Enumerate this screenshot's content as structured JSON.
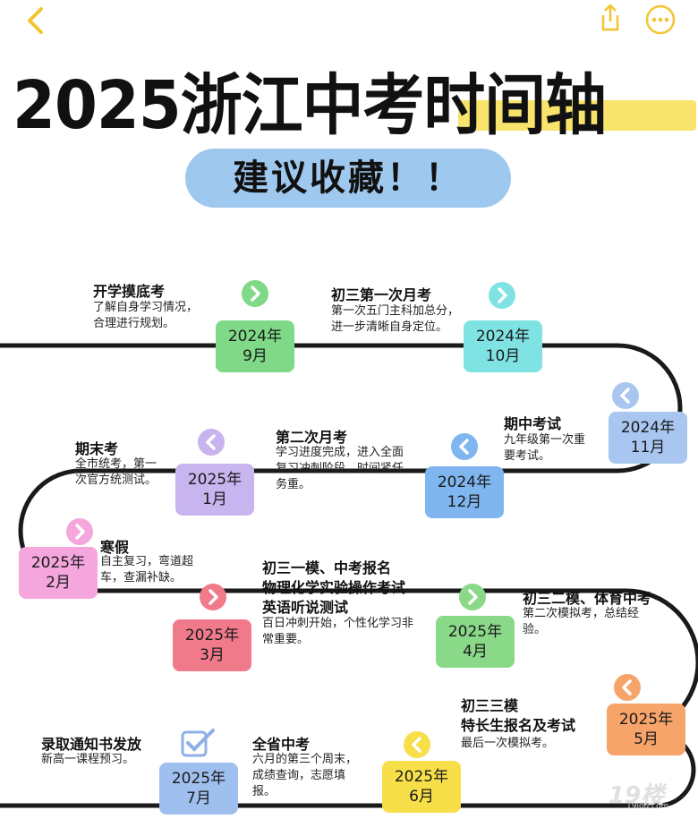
{
  "header": {
    "back_icon": "chevron-left-icon",
    "share_icon": "share-icon",
    "more_icon": "more-dots-icon",
    "accent": "#f4c430"
  },
  "title": "2025浙江中考时间轴",
  "subtitle": "建议收藏！！",
  "colors": {
    "title_highlight": "#f8e36c",
    "pill": "#9fc8ef",
    "path": "#1a1a1a"
  },
  "events": [
    {
      "date1": "2024年",
      "date2": "9月",
      "title": "开学摸底考",
      "desc": [
        "了解自身学习情况，",
        "合理进行规划。"
      ],
      "color": "#7fd987",
      "icon": "chevron-right-icon"
    },
    {
      "date1": "2024年",
      "date2": "10月",
      "title": "初三第一次月考",
      "desc": [
        "第一次五门主科加总分，",
        "进一步清晰自身定位。"
      ],
      "color": "#7fe3e3",
      "icon": "chevron-right-icon"
    },
    {
      "date1": "2024年",
      "date2": "11月",
      "title": "期中考试",
      "desc": [
        "九年级第一次重",
        "要考试。"
      ],
      "color": "#a9c6f0",
      "icon": "chevron-left-icon"
    },
    {
      "date1": "2024年",
      "date2": "12月",
      "title": "第二次月考",
      "desc": [
        "学习进度完成，进入全面",
        "复习冲刺阶段，时间紧任",
        "务重。"
      ],
      "color": "#7fb6ef",
      "icon": "chevron-left-icon"
    },
    {
      "date1": "2025年",
      "date2": "1月",
      "title": "期末考",
      "desc": [
        "全市统考，第一",
        "次官方统测试。"
      ],
      "color": "#c8b4ee",
      "icon": "chevron-left-icon"
    },
    {
      "date1": "2025年",
      "date2": "2月",
      "title": "寒假",
      "desc": [
        "自主复习，弯道超",
        "车，查漏补缺。"
      ],
      "color": "#f4a6dd",
      "icon": "chevron-right-icon"
    },
    {
      "date1": "2025年",
      "date2": "3月",
      "title": [
        "初三一模、中考报名",
        "物理化学实验操作考试",
        "英语听说测试"
      ],
      "desc": [
        "百日冲刺开始，个性化学习非",
        "常重要。"
      ],
      "color": "#f07a8a",
      "icon": "chevron-right-icon"
    },
    {
      "date1": "2025年",
      "date2": "4月",
      "title": "初三二模、体育中考",
      "desc": [
        "第二次模拟考，总结经",
        "验。"
      ],
      "color": "#8ad989",
      "icon": "chevron-right-icon"
    },
    {
      "date1": "2025年",
      "date2": "5月",
      "title": [
        "初三三模",
        "特长生报名及考试"
      ],
      "desc": [
        "最后一次模拟考。"
      ],
      "color": "#f7a46a",
      "icon": "chevron-left-icon"
    },
    {
      "date1": "2025年",
      "date2": "6月",
      "title": "全省中考",
      "desc": [
        "六月的第三个周末，",
        "成绩查询，志愿填",
        "报。"
      ],
      "color": "#f7df4a",
      "icon": "chevron-left-icon"
    },
    {
      "date1": "2025年",
      "date2": "7月",
      "title": "录取通知书发放",
      "desc": [
        "新高一课程预习。"
      ],
      "color": "#9fc0ef",
      "icon": "check-box-icon"
    }
  ],
  "watermark": {
    "main": "19楼",
    "sub": "19lou.com"
  }
}
